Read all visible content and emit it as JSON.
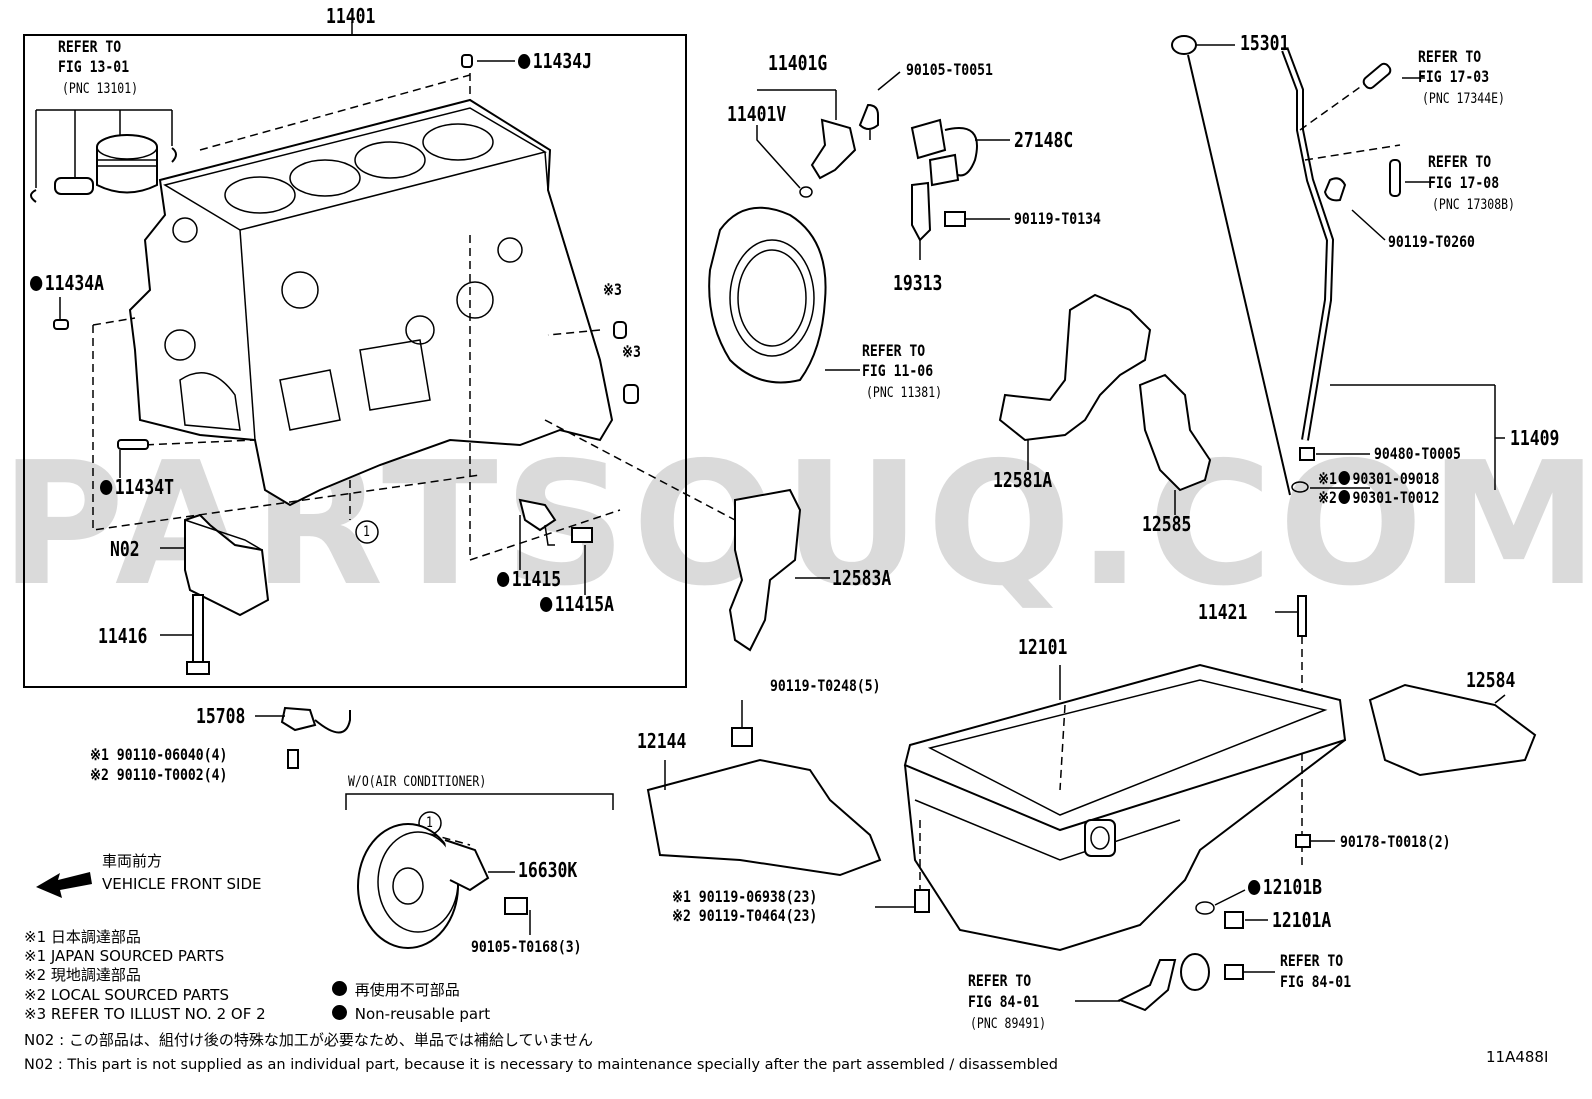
{
  "watermark": "PARTSOUQ.COM",
  "figure_id": "11A488I",
  "group_box_label": "11401",
  "part_numbers": {
    "p11434J": "11434J",
    "p11434A": "11434A",
    "p11434T": "11434T",
    "pN02": "N02",
    "p11415": "11415",
    "p11415A": "11415A",
    "p11416": "11416",
    "p11401G": "11401G",
    "p11401V": "11401V",
    "p90105T0051": "90105-T0051",
    "p27148C": "27148C",
    "p90119T0134": "90119-T0134",
    "p19313": "19313",
    "p15301": "15301",
    "p90119T0260": "90119-T0260",
    "p11409": "11409",
    "p90480T0005": "90480-T0005",
    "p90301_09018": "90301-09018",
    "p90301T0012": "90301-T0012",
    "p12581A": "12581A",
    "p12585": "12585",
    "p12583A": "12583A",
    "p11421": "11421",
    "p12101": "12101",
    "p12584": "12584",
    "p15708": "15708",
    "p90110_06040": "90110-06040(4)",
    "p90110T0002": "90110-T0002(4)",
    "p90119T0248": "90119-T0248(5)",
    "p12144": "12144",
    "p16630K": "16630K",
    "p90105T0168": "90105-T0168(3)",
    "p90178T0018": "90178-T0018(2)",
    "p12101B": "12101B",
    "p12101A": "12101A",
    "p90119_06938": "90119-06938(23)",
    "p90119T0464": "90119-T0464(23)"
  },
  "marks": {
    "m1": "※1",
    "m2": "※2",
    "m3": "※3",
    "circle1": "1"
  },
  "refers": {
    "r13101": {
      "l1": "REFER TO",
      "l2": "FIG 13-01",
      "l3": "(PNC 13101)"
    },
    "r11381": {
      "l1": "REFER TO",
      "l2": "FIG 11-06",
      "l3": "(PNC 11381)"
    },
    "r17344E": {
      "l1": "REFER TO",
      "l2": "FIG 17-03",
      "l3": "(PNC 17344E)"
    },
    "r17308B": {
      "l1": "REFER TO",
      "l2": "FIG 17-08",
      "l3": "(PNC 17308B)"
    },
    "r89491": {
      "l1": "REFER TO",
      "l2": "FIG 84-01",
      "l3": "(PNC 89491)"
    },
    "r8401": {
      "l1": "REFER TO",
      "l2": "FIG 84-01"
    }
  },
  "wo_label": "W/O(AIR CONDITIONER)",
  "front": {
    "jp": "車両前方",
    "en": "VEHICLE FRONT SIDE"
  },
  "legend": {
    "m1_jp": "※1  日本調達部品",
    "m1_en": "※1  JAPAN SOURCED PARTS",
    "m2_jp": "※2  現地調達部品",
    "m2_en": "※2  LOCAL SOURCED PARTS",
    "m3_en": "※3  REFER TO ILLUST NO. 2 OF 2",
    "nonreuse_jp": "再使用不可部品",
    "nonreuse_en": "Non-reusable part",
    "n02_jp": "N02 : この部品は、組付け後の特殊な加工が必要なため、単品では補給していません",
    "n02_en": "N02 : This part is not supplied as an individual part, because it is necessary to maintenance specially after the part assembled / disassembled"
  }
}
